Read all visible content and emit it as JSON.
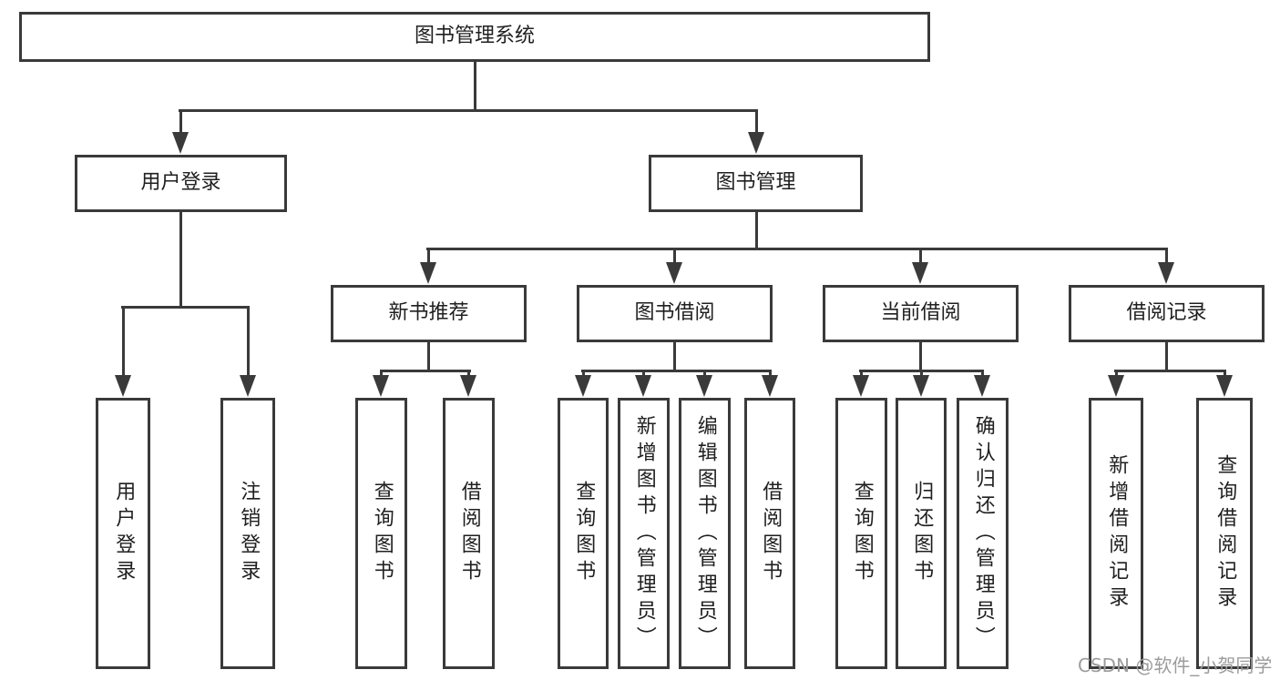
{
  "diagram": {
    "colors": {
      "line": "#3a3a3a",
      "text": "#1f1f1f",
      "watermark": "#9c9c9c",
      "background": "#ffffff"
    },
    "root": {
      "label": "图书管理系统"
    },
    "level2": [
      {
        "label": "用户登录"
      },
      {
        "label": "图书管理"
      }
    ],
    "level3": [
      {
        "label": "新书推荐"
      },
      {
        "label": "图书借阅"
      },
      {
        "label": "当前借阅"
      },
      {
        "label": "借阅记录"
      }
    ],
    "leaves": [
      {
        "label": "用户登录"
      },
      {
        "label": "注销登录"
      },
      {
        "label": "查询图书"
      },
      {
        "label": "借阅图书"
      },
      {
        "label": "查询图书"
      },
      {
        "label": "新增图书（管理员）"
      },
      {
        "label": "编辑图书（管理员）"
      },
      {
        "label": "借阅图书"
      },
      {
        "label": "查询图书"
      },
      {
        "label": "归还图书"
      },
      {
        "label": "确认归还（管理员）"
      },
      {
        "label": "新增借阅记录"
      },
      {
        "label": "查询借阅记录"
      }
    ],
    "watermark": "CSDN @软件_小贺同学"
  }
}
